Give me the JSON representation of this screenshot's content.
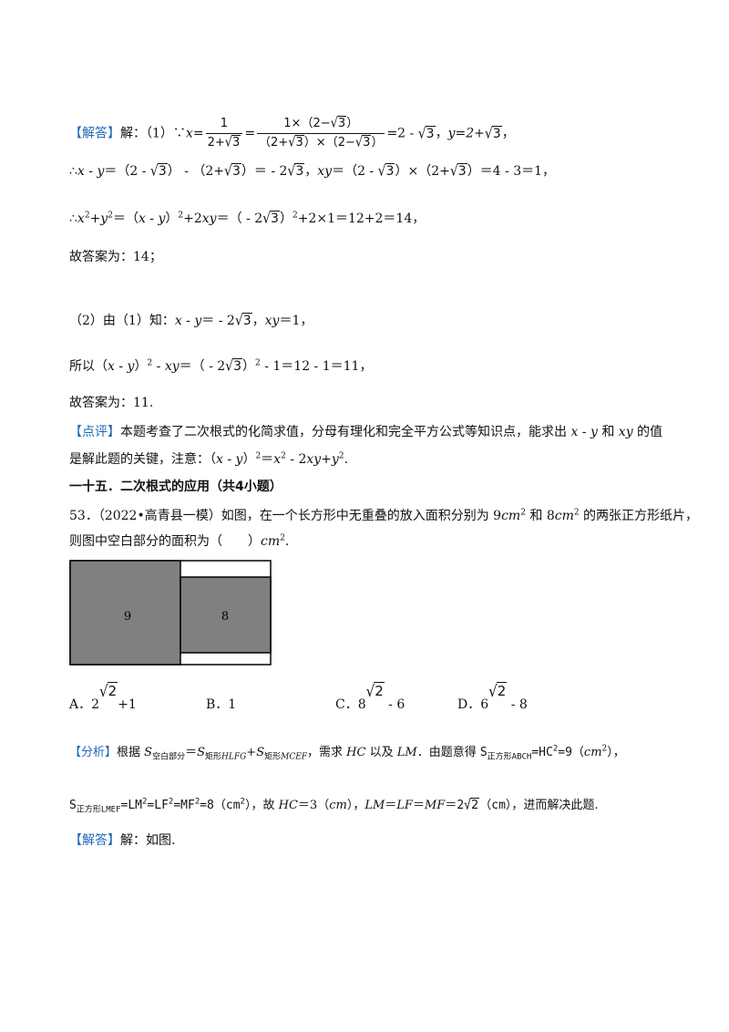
{
  "tags": {
    "answer": "【解答】",
    "review": "【点评】",
    "analysis": "【分析】"
  },
  "part1": {
    "label": "解：（1）∵",
    "x_eq": "x=",
    "frac1_num": "1",
    "frac1_den_a": "2+",
    "root3": "3",
    "eq": "=",
    "frac2_num_a": "1×（2−",
    "frac2_num_b": "）",
    "frac2_den_a": "（2+",
    "frac2_den_b": "）×（2−",
    "frac2_den_c": "）",
    "result_a": "=2 - ",
    "result_b": "，",
    "y_part": "y=2+",
    "result_end": "，"
  },
  "line2": {
    "a": "∴",
    "b": "x - y",
    "c": "＝（2 - ",
    "d": "） - （2+",
    "e": "）＝ - 2",
    "f": "，",
    "g": "xy",
    "h": "＝（2 - ",
    "i": "）×（2+",
    "j": "）＝4 - 3＝1，"
  },
  "line3": {
    "a": "∴",
    "b": "x",
    "c": "2",
    "d": "+",
    "e": "y",
    "f": "2",
    "g": "＝（",
    "h": "x - y",
    "i": "）",
    "j": "2",
    "k": "+2",
    "l": "xy",
    "m": "＝（ - 2",
    "n": "）",
    "o": "2",
    "p": "+2×1＝12+2＝14，"
  },
  "line4": "故答案为：14；",
  "line5": {
    "a": "（2）由（1）知：",
    "b": "x - y",
    "c": "＝ - 2",
    "d": "，",
    "e": "xy",
    "f": "＝1，"
  },
  "line6": {
    "a": "所以（",
    "b": "x - y",
    "c": "）",
    "d": "2",
    "e": " - ",
    "f": "xy",
    "g": "＝（ - 2",
    "h": "）",
    "i": "2",
    "j": " - 1＝12 - 1＝11，"
  },
  "line7": "故答案为：11.",
  "review": {
    "a": "本题考查了二次根式的化简求值，分母有理化和完全平方公式等知识点，能求出 ",
    "b": "x - y",
    "c": " 和 ",
    "d": "xy",
    "e": " 的值",
    "f": "是解此题的关键，注意：（",
    "g": "x - y",
    "h": "）",
    "i": "2",
    "j": "＝",
    "k": "x",
    "l": "2",
    "m": " - 2",
    "n": "xy",
    "o": "+",
    "p": "y",
    "q": "2",
    "r": "."
  },
  "section_heading": "一十五．二次根式的应用（共4小题）",
  "q53": {
    "a": "53．（2022•高青县一模）如图，在一个长方形中无重叠的放入面积分别为 9",
    "b": "cm",
    "c": "2",
    "d": " 和 8",
    "e": "cm",
    "f": "2",
    "g": " 的两张正方形纸片，",
    "h": "则图中空白部分的面积为（　　）",
    "i": "cm",
    "j": "2",
    "k": "."
  },
  "figure": {
    "big_label": "9",
    "small_label": "8",
    "fill_color": "#808080"
  },
  "options": {
    "A_prefix": "A．2",
    "A_root": "2",
    "A_suffix": "+1",
    "B": "B．1",
    "C_prefix": "C．8",
    "C_root": "2",
    "C_suffix": " - 6",
    "D_prefix": "D．6",
    "D_root": "2",
    "D_suffix": " - 8"
  },
  "analysis": {
    "a": "根据 ",
    "b": "S",
    "c": "空白部分",
    "d": "＝",
    "e": "S",
    "f": "矩形",
    "g": "HLFG",
    "h": "+",
    "i": "S",
    "j": "矩形",
    "k": "MCEF",
    "l": "，需求 ",
    "m": "HC",
    "n": " 以及 ",
    "o": "LM",
    "p": "．由题意得 ",
    "q": "S",
    "r": "正方形ABCH",
    "s": "=HC",
    "t": "2",
    "u": "=9",
    "v": "（",
    "w": "cm",
    "x": "2",
    "y": "），",
    "z1": "S",
    "z2": "正方形LMEF",
    "z3": "=LM",
    "z4": "2",
    "z5": "=LF",
    "z6": "2",
    "z7": "=MF",
    "z8": "2",
    "z9": "=8（cm",
    "z10": "2",
    "z11": "）",
    "z12": "，故 ",
    "z13": "HC",
    "z14": "＝3（",
    "z15": "cm",
    "z16": "），",
    "z17": "LM",
    "z18": "＝",
    "z19": "LF",
    "z20": "＝",
    "z21": "MF",
    "z22": "＝",
    "z23": "2",
    "z24": "2",
    "z25": "（cm）",
    "z26": "，进而解决此题."
  },
  "final": "解：如图."
}
